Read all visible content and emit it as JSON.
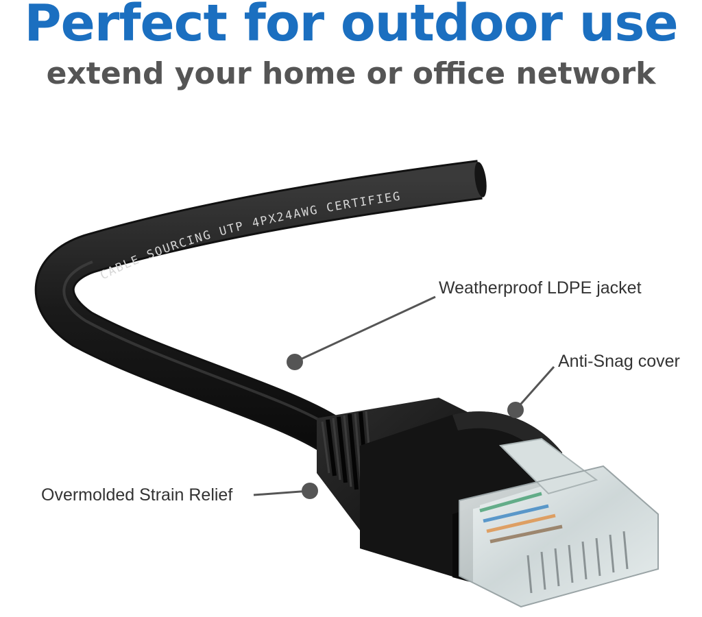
{
  "header": {
    "title": "Perfect for outdoor use",
    "subtitle": "extend your home or office network"
  },
  "product": {
    "cable_print": "CABLE SOURCING UTP 4PX24AWG CERTIFIEG"
  },
  "callouts": {
    "jacket": "Weatherproof LDPE jacket",
    "cover": "Anti-Snag cover",
    "strain_relief": "Overmolded Strain Relief"
  },
  "colors": {
    "title": "#1b6fc0",
    "subtitle": "#555555",
    "callout_text": "#333333",
    "callout_marker": "#555555",
    "cable": "#1f1f1f"
  }
}
